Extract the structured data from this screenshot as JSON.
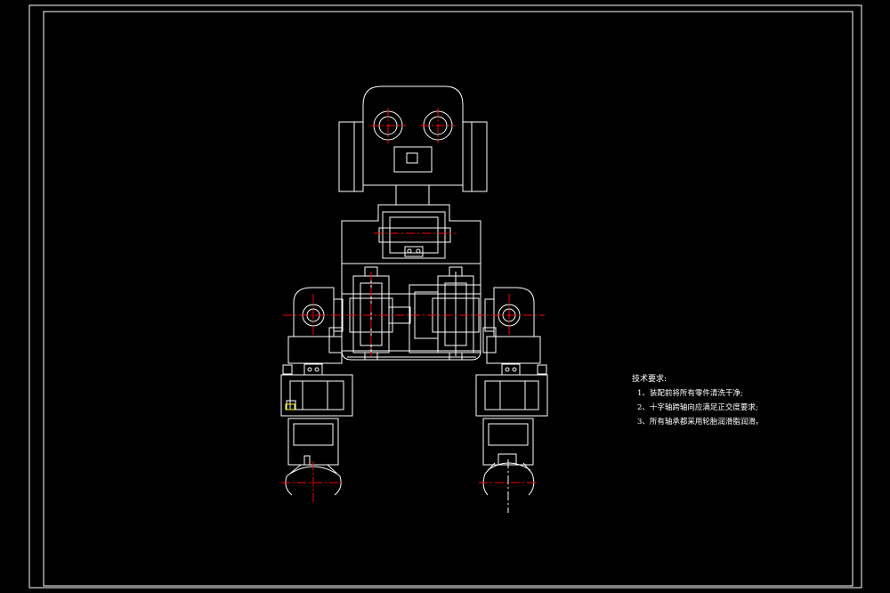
{
  "drawing": {
    "technical_requirements": {
      "title": "技术要求:",
      "items": [
        "1、装配前将所有零件清洗干净;",
        "2、十字轴跨轴向应满足正交度要求;",
        "3、所有轴承都采用轮胎润滑脂润滑。"
      ]
    },
    "colors": {
      "background": "#000000",
      "line": "#ffffff",
      "centerline": "#ff0000",
      "highlight": "#ffff00"
    }
  }
}
